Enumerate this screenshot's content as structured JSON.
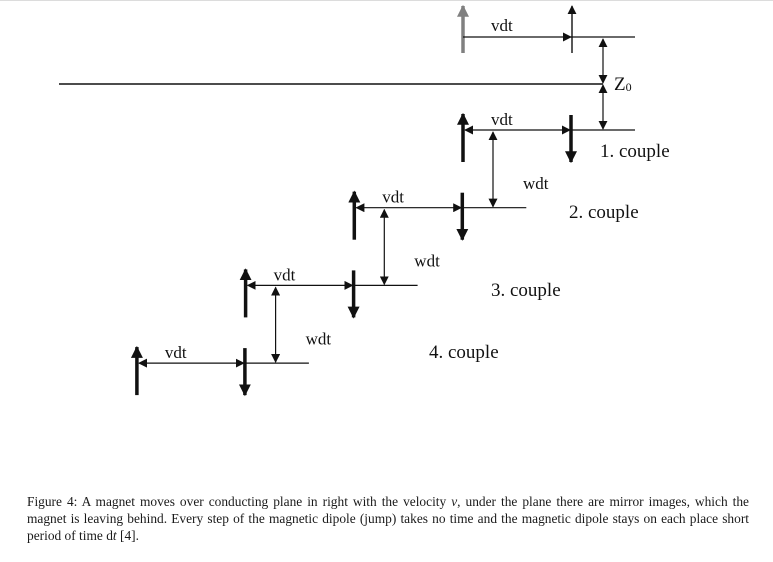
{
  "figure": {
    "labels": {
      "vdt": "vdt",
      "wdt": "wdt",
      "z0_main": "Z",
      "z0_sub": "0"
    },
    "couples": [
      {
        "label": "1. couple"
      },
      {
        "label": "2. couple"
      },
      {
        "label": "3. couple"
      },
      {
        "label": "4. couple"
      }
    ],
    "colors": {
      "ink": "#111111",
      "ghost_magnet": "#808080"
    }
  },
  "caption": {
    "part1": "Figure 4: A magnet moves over conducting plane in right with the velocity ",
    "var_v": "v",
    "part2": ", under the plane there are mirror images, which the magnet is leaving behind. Every step of the magnetic dipole (jump) takes no time and the magnetic dipole stays on each place short period of time d",
    "var_t": "t",
    "part3": " [4]."
  }
}
